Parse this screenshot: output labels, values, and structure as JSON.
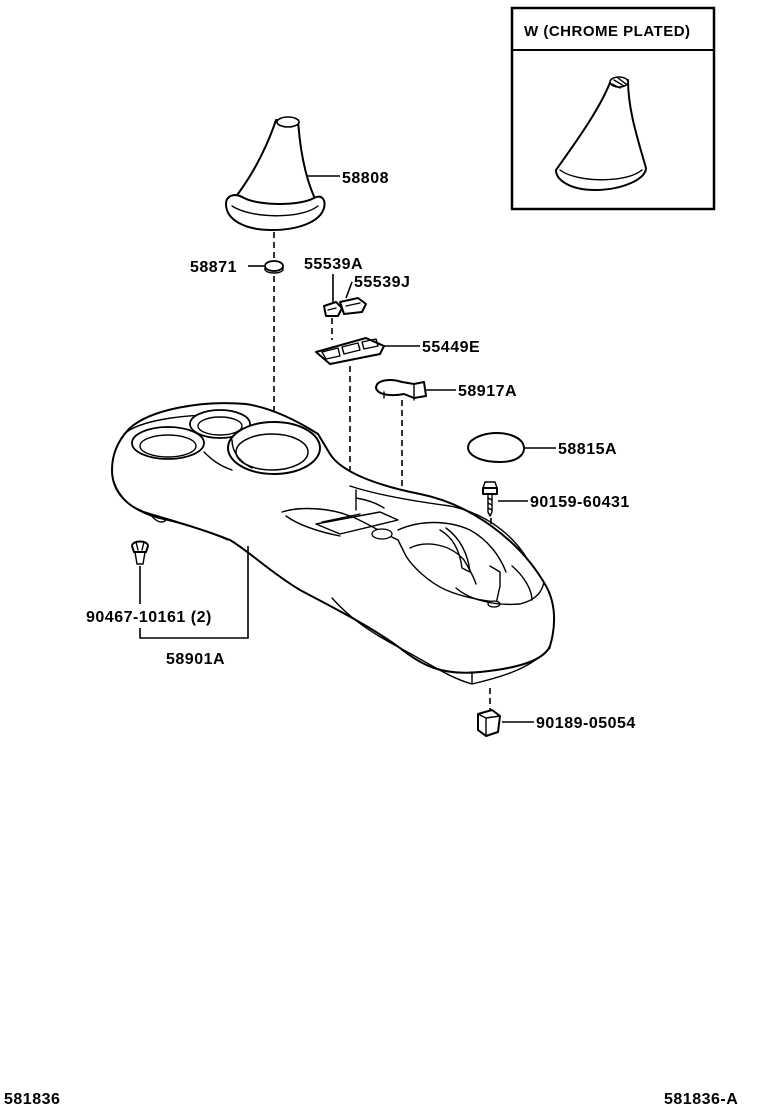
{
  "variant_box": {
    "title": "W (CHROME  PLATED)"
  },
  "parts": {
    "shift_boot": "58808",
    "boot_retainer": "58871",
    "clip_a": "55539A",
    "clip_j": "55539J",
    "indicator_plate": "55449E",
    "bracket": "58917A",
    "cover_pad": "58815A",
    "screw": "90159-60431",
    "clip_console": "90467-10161 (2)",
    "console_assembly": "58901A",
    "nut_clip": "90189-05054"
  },
  "footer": {
    "left_code": "581836",
    "right_code": "581836-A"
  }
}
